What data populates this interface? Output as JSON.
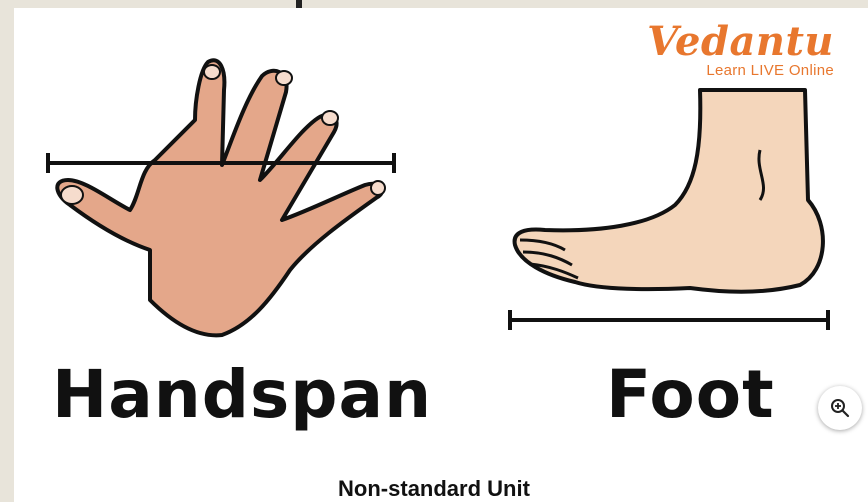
{
  "labels": {
    "left": "Handspan",
    "right": "Foot"
  },
  "caption": "Non-standard Unit",
  "brand": {
    "name": "Vedantu",
    "tagline": "Learn LIVE Online"
  },
  "icons": {
    "zoom": "zoom-in-icon",
    "hand": "hand-illustration",
    "foot": "foot-illustration"
  },
  "colors": {
    "brand": "#e8772e",
    "skin_hand": "#e4a78a",
    "skin_foot": "#f4d6bb",
    "outline": "#111111"
  }
}
